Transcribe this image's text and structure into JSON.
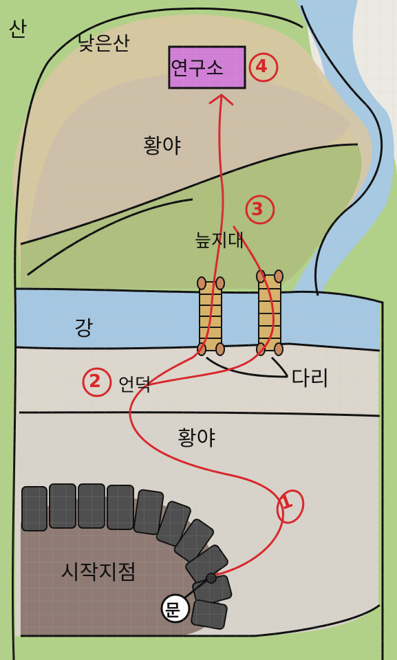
{
  "map": {
    "labels": {
      "mountain": "산",
      "low_mountain": "낮은산",
      "wasteland_north": "황야",
      "marsh": "늪지대",
      "river": "강",
      "hill": "언덕",
      "bridge": "다리",
      "wasteland_south": "황야",
      "start_point": "시작지점",
      "laboratory": "연구소",
      "gate": "문"
    },
    "waypoints": [
      "1",
      "2",
      "3",
      "4"
    ],
    "colors": {
      "route": "#d8262a",
      "river": "#9fc3dd",
      "grass": "#9cc56a",
      "laboratory": "#d17fd6",
      "start_area": "#8e7a73",
      "wall": "#555555"
    }
  }
}
